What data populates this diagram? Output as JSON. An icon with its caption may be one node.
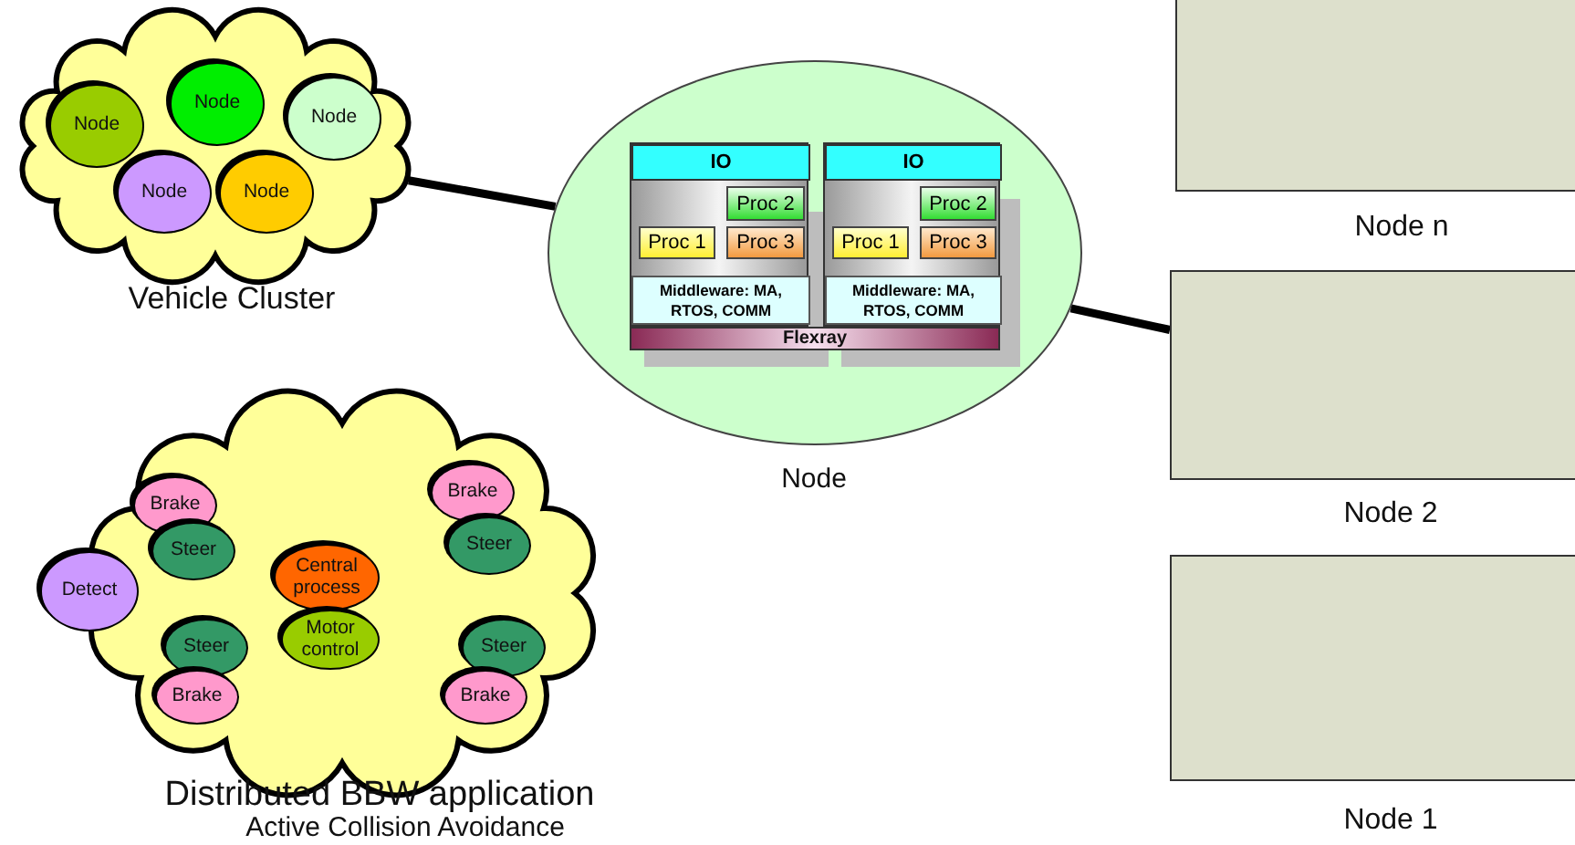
{
  "diagram": {
    "nodes": [
      {
        "text": [],
        "shape": "cloud",
        "beside": [
          "Vehicle Cluster"
        ]
      },
      {
        "text": [
          "Node"
        ],
        "in": 0
      },
      {
        "text": [
          "Node"
        ],
        "in": 0
      },
      {
        "text": [
          "Node"
        ],
        "in": 0
      },
      {
        "text": [
          "Node"
        ],
        "in": 0
      },
      {
        "text": [
          "Node"
        ],
        "in": 0
      },
      {
        "text": [],
        "shape": "circle",
        "beside": [
          "Node"
        ]
      },
      {
        "text": [],
        "shape": "box",
        "in": 6
      },
      {
        "text": [
          "IO"
        ],
        "in": 7
      },
      {
        "text": [
          "Proc 2"
        ],
        "in": 7
      },
      {
        "text": [
          "Proc 1"
        ],
        "in": 7
      },
      {
        "text": [
          "Proc 3"
        ],
        "in": 7
      },
      {
        "text": [
          "Middleware: MA, RTOS, COMM"
        ],
        "in": 7
      },
      {
        "text": [],
        "shape": "box",
        "in": 6
      },
      {
        "text": [
          "IO"
        ],
        "in": 13
      },
      {
        "text": [
          "Proc 2"
        ],
        "in": 13
      },
      {
        "text": [
          "Proc 1"
        ],
        "in": 13
      },
      {
        "text": [
          "Proc 3"
        ],
        "in": 13
      },
      {
        "text": [
          "Middleware: MA, RTOS, COMM"
        ],
        "in": 13
      },
      {
        "text": [
          "Flexray"
        ],
        "in": 6
      },
      {
        "text": [],
        "shape": "cloud",
        "beside": [
          "Distributed BBW application",
          "Active Collision Avoidance"
        ]
      },
      {
        "text": [
          "Brake"
        ],
        "in": 20
      },
      {
        "text": [
          "Brake"
        ],
        "in": 20
      },
      {
        "text": [
          "Steer"
        ],
        "in": 20
      },
      {
        "text": [
          "Steer"
        ],
        "in": 20
      },
      {
        "text": [
          "Detect"
        ]
      },
      {
        "text": [
          "Central process"
        ],
        "in": 20
      },
      {
        "text": [
          "Motor control"
        ],
        "in": 20
      },
      {
        "text": [
          "Steer"
        ],
        "in": 20
      },
      {
        "text": [
          "Steer"
        ],
        "in": 20
      },
      {
        "text": [
          "Brake"
        ],
        "in": 20
      },
      {
        "text": [
          "Brake"
        ],
        "in": 20
      },
      {
        "text": [],
        "shape": "box",
        "beside": [
          "Node n"
        ]
      },
      {
        "text": [],
        "shape": "box",
        "beside": [
          "Node 2"
        ]
      },
      {
        "text": [],
        "shape": "box",
        "beside": [
          "Node 1"
        ]
      }
    ],
    "edges": [
      {
        "from": 0,
        "to": 6,
        "arrow": "none"
      },
      {
        "from": 6,
        "to": 33,
        "arrow": "none"
      }
    ]
  }
}
